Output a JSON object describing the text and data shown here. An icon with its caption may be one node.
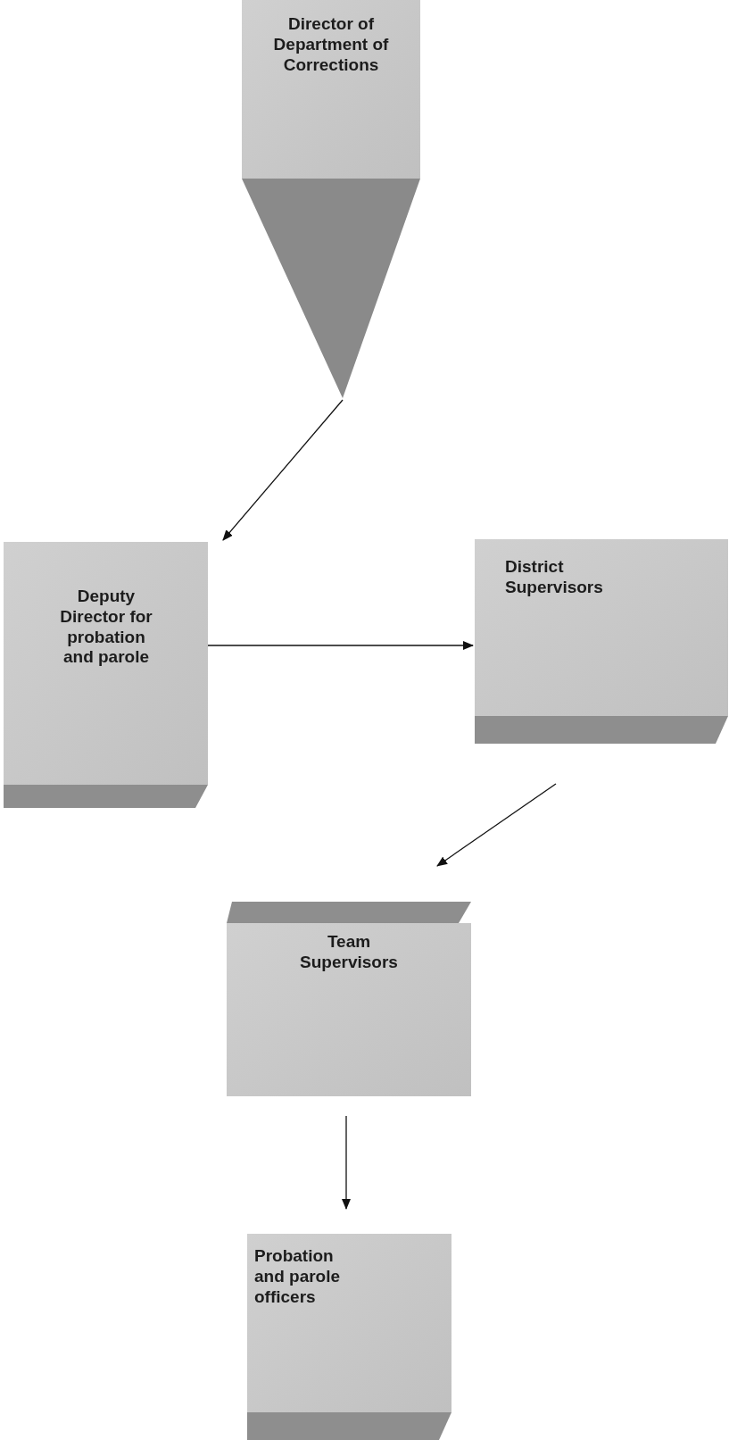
{
  "diagram": {
    "nodes": [
      {
        "text": [
          "Director of Department of Corrections"
        ]
      },
      {
        "text": [
          "Deputy Director for probation and parole"
        ]
      },
      {
        "text": [
          "District Supervisors"
        ]
      },
      {
        "text": [
          "Team Supervisors"
        ]
      },
      {
        "text": [
          "Probation and parole officers"
        ]
      }
    ],
    "edges": [
      {
        "from": 0,
        "to": 1,
        "arrow": "to"
      },
      {
        "from": 1,
        "to": 2,
        "arrow": "to"
      },
      {
        "from": 2,
        "to": 3,
        "arrow": "to"
      },
      {
        "from": 3,
        "to": 4,
        "arrow": "to"
      }
    ]
  }
}
